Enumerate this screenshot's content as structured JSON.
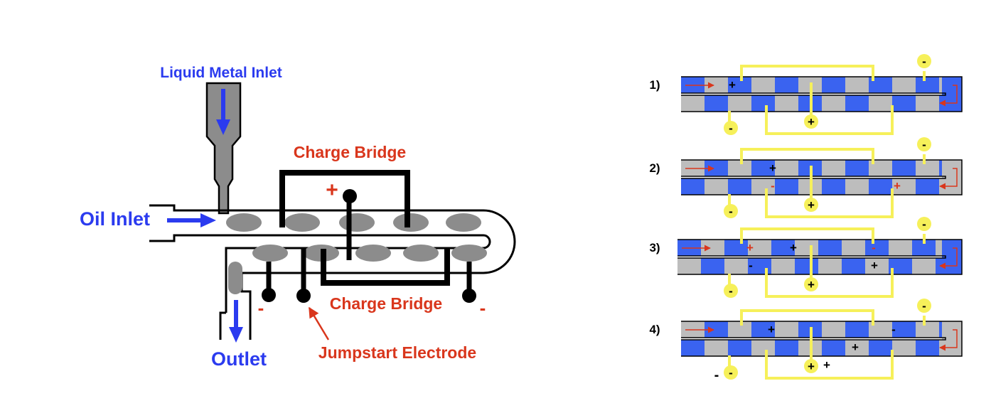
{
  "left_diagram": {
    "liquid_metal_inlet": "Liquid Metal Inlet",
    "oil_inlet": "Oil Inlet",
    "outlet": "Outlet",
    "charge_bridge_top": "Charge Bridge",
    "charge_bridge_bottom": "Charge Bridge",
    "jumpstart_electrode": "Jumpstart Electrode",
    "plus_sign": "+",
    "minus_left": "-",
    "minus_right": "-"
  },
  "right_diagram": {
    "steps": [
      {
        "label": "1)",
        "top_signs": [
          "+"
        ],
        "bottom_signs": [],
        "ball_top": "-",
        "ball_bottom_left": "-",
        "ball_bottom_center": "+"
      },
      {
        "label": "2)",
        "top_signs": [
          "+"
        ],
        "bottom_signs": [
          "-",
          "+"
        ],
        "ball_top": "-",
        "ball_bottom_left": "-",
        "ball_bottom_center": "+"
      },
      {
        "label": "3)",
        "top_signs": [
          "+",
          "+",
          "-"
        ],
        "bottom_signs": [
          "-",
          "+"
        ],
        "ball_top": "-",
        "ball_bottom_left": "-",
        "ball_bottom_center": "+"
      },
      {
        "label": "4)",
        "top_signs": [
          "+",
          "-"
        ],
        "bottom_signs": [
          "+"
        ],
        "ball_top": "-",
        "ball_bottom_left": "-",
        "ball_bottom_center": "+",
        "extra_plus": "+",
        "extra_minus": "-"
      }
    ]
  },
  "colors": {
    "label_blue": "#2b3bef",
    "label_red": "#d9361c",
    "slug_gray": "#8c8c8c",
    "stripe_blue": "#3a63f0",
    "stripe_gray": "#bdbdbd",
    "bridge_yellow": "#f6f05a"
  }
}
